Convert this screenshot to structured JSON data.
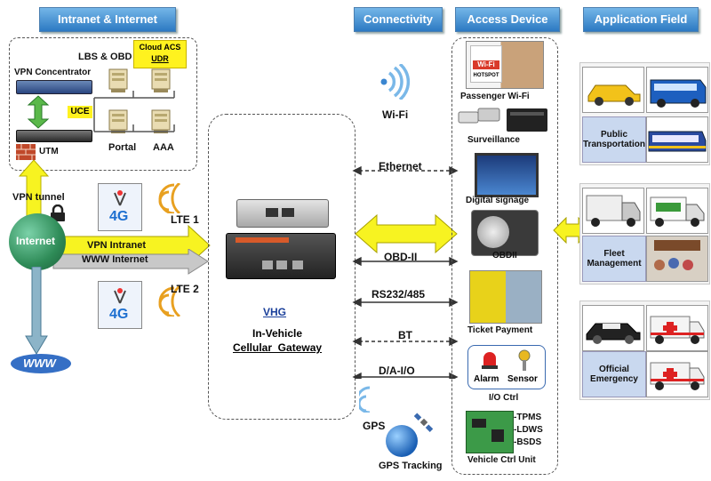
{
  "headers": {
    "intranet": "Intranet & Internet",
    "connectivity": "Connectivity",
    "access_device": "Access Device",
    "application_field": "Application Field"
  },
  "network": {
    "lbs_obd": "LBS & OBD",
    "cloud_acs": "Cloud ACS",
    "udr": "UDR",
    "vpn_concentrator": "VPN Concentrator",
    "uce": "UCE",
    "portal": "Portal",
    "aaa": "AAA",
    "utm": "UTM",
    "vpn_tunnel": "VPN tunnel",
    "internet": "Internet",
    "vpn_intranet": "VPN Intranet",
    "www_internet": "WWW Internet",
    "www": "WWW",
    "lte1": "LTE 1",
    "lte2": "LTE 2",
    "lte_badge": "4G"
  },
  "gateway": {
    "name": "VHG",
    "line1": "In-Vehicle",
    "line2": "Cellular  Gateway"
  },
  "connectivity": {
    "wifi": "Wi-Fi",
    "ethernet": "Ethernet",
    "obd": "OBD-II",
    "rs": "RS232/485",
    "bt": "BT",
    "dio": "D/A-I/O",
    "gps": "GPS",
    "gps_tracking": "GPS Tracking"
  },
  "devices": {
    "wifi_sign": "Wi-Fi",
    "hotspot": "HOTSPOT",
    "passenger_wifi": "Passenger Wi-Fi",
    "surveillance": "Surveillance",
    "digital_signage": "Digital signage",
    "obdii": "OBDII",
    "ticket_payment": "Ticket Payment",
    "alarm": "Alarm",
    "sensor": "Sensor",
    "io_ctrl": "I/O Ctrl",
    "tpms": "-TPMS",
    "ldws": "-LDWS",
    "bsds": "-BSDS",
    "vehicle_ctrl": "Vehicle Ctrl Unit"
  },
  "fields": {
    "public_1": "Public",
    "public_2": "Transportation",
    "fleet_1": "Fleet",
    "fleet_2": "Management",
    "official_1": "Official",
    "official_2": "Emergency"
  },
  "colors": {
    "header_blue": "#2c79c2",
    "arrow_yellow": "#f7f321",
    "arrow_gray": "#b8b8b8",
    "label_blue": "#1a3f9a",
    "internet_green": "#2e8b57"
  },
  "icons": [
    "server-icon",
    "router-icon",
    "firewall-icon",
    "lock-icon",
    "globe-icon",
    "wifi-waves-icon",
    "satellite-icon",
    "camera-icon",
    "car-icon",
    "bus-icon",
    "truck-icon",
    "ambulance-icon"
  ]
}
